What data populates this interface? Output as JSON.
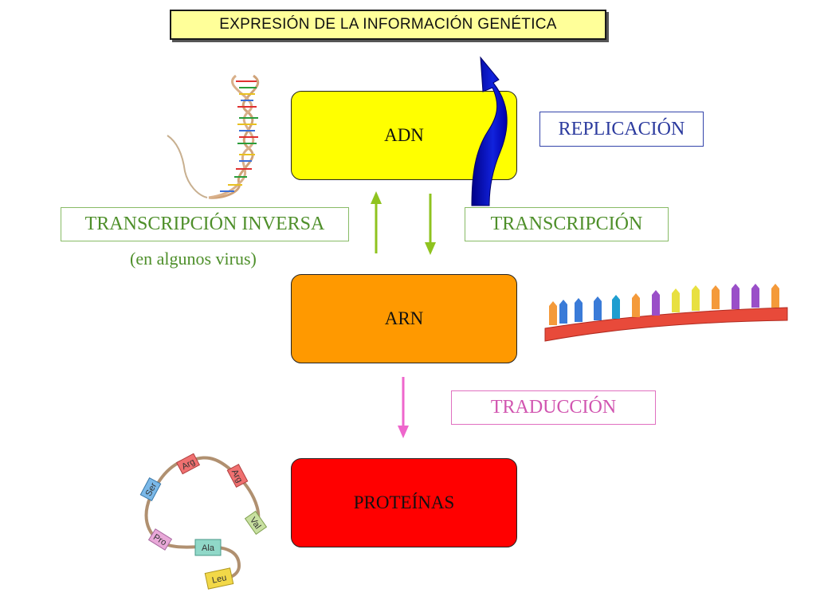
{
  "title": "EXPRESIÓN DE LA INFORMACIÓN GENÉTICA",
  "nodes": {
    "adn": "ADN",
    "arn": "ARN",
    "proteinas": "PROTEÍNAS"
  },
  "processes": {
    "replicacion": "REPLICACIÓN",
    "transcripcion_inversa": "TRANSCRIPCIÓN INVERSA",
    "transcripcion_inversa_note": "(en algunos virus)",
    "transcripcion": "TRANSCRIPCIÓN",
    "traduccion": "TRADUCCIÓN"
  },
  "amino_acids": [
    "Arg",
    "Arg",
    "Ser",
    "Val",
    "Pro",
    "Ala",
    "Leu"
  ],
  "colors": {
    "adn": "#ffff00",
    "arn": "#ff9900",
    "proteinas": "#ff0000",
    "replication_arrow": "#0000cc",
    "transcription_arrows": "#8fc31f",
    "translation_arrow": "#ee66cc"
  }
}
